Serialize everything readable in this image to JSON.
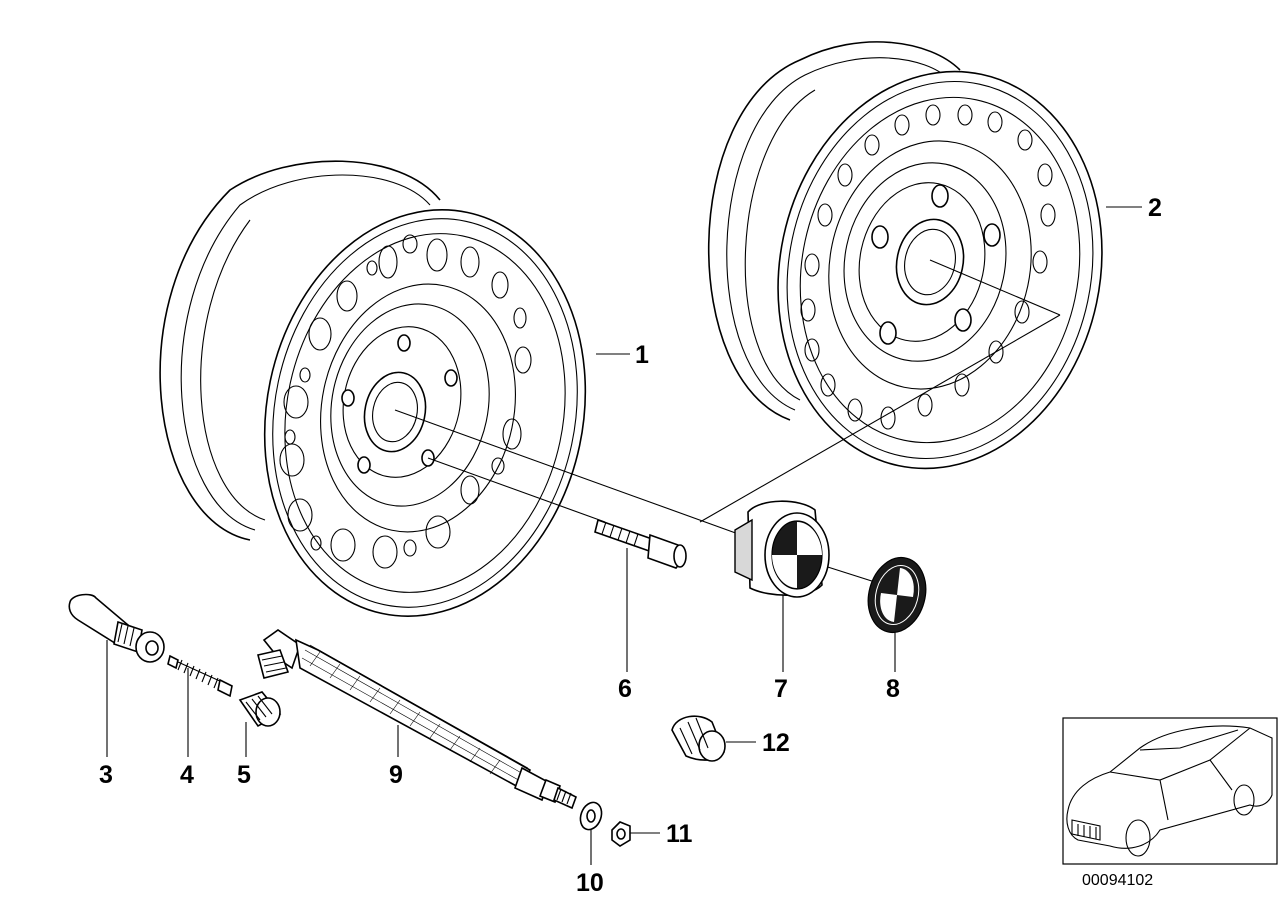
{
  "diagram": {
    "callouts": [
      {
        "id": "wheel-1",
        "label": "1"
      },
      {
        "id": "wheel-2",
        "label": "2"
      },
      {
        "id": "valve-3",
        "label": "3"
      },
      {
        "id": "valve-insert-4",
        "label": "4"
      },
      {
        "id": "valve-cap-5",
        "label": "5"
      },
      {
        "id": "wheel-bolt-6",
        "label": "6"
      },
      {
        "id": "hub-cap-7",
        "label": "7"
      },
      {
        "id": "emblem-8",
        "label": "8"
      },
      {
        "id": "valve-extension-9",
        "label": "9"
      },
      {
        "id": "washer-10",
        "label": "10"
      },
      {
        "id": "nut-11",
        "label": "11"
      },
      {
        "id": "valve-cap-12",
        "label": "12"
      }
    ],
    "reference_number": "00094102"
  }
}
